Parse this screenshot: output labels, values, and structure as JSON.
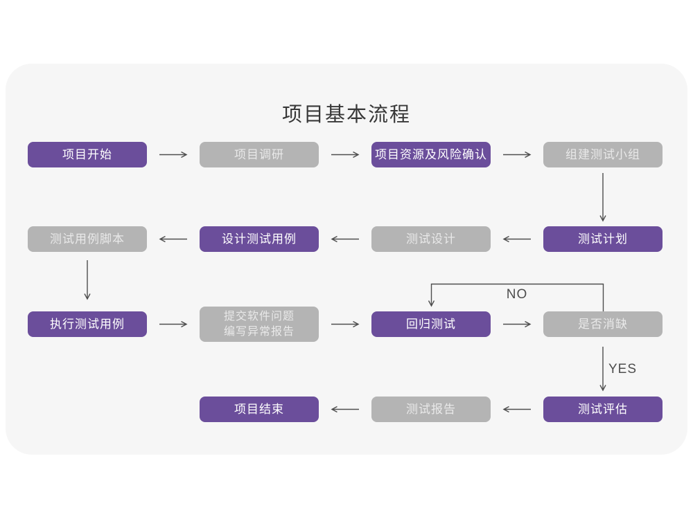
{
  "title": "项目基本流程",
  "labels": {
    "no": "NO",
    "yes": "YES"
  },
  "colors": {
    "purple": "#6B4E9B",
    "purple_text": "#FFFFFF",
    "gray": "#B4B4B4",
    "gray_text": "#E9E9E9",
    "card_bg": "#F6F6F6",
    "arrow": "#4D4D4D",
    "title_text": "#383838"
  },
  "nodes": [
    {
      "id": "project-start",
      "label": "项目开始",
      "variant": "purple"
    },
    {
      "id": "project-research",
      "label": "项目调研",
      "variant": "gray"
    },
    {
      "id": "resources-risk-confirm",
      "label": "项目资源及风险确认",
      "variant": "purple"
    },
    {
      "id": "form-test-team",
      "label": "组建测试小组",
      "variant": "gray"
    },
    {
      "id": "test-case-script",
      "label": "测试用例脚本",
      "variant": "gray"
    },
    {
      "id": "design-test-case",
      "label": "设计测试用例",
      "variant": "purple"
    },
    {
      "id": "test-design",
      "label": "测试设计",
      "variant": "gray"
    },
    {
      "id": "test-plan",
      "label": "测试计划",
      "variant": "purple"
    },
    {
      "id": "execute-test-case",
      "label": "执行测试用例",
      "variant": "purple"
    },
    {
      "id": "submit-issues-report",
      "label": "提交软件问题\n编写异常报告",
      "variant": "gray"
    },
    {
      "id": "regression-test",
      "label": "回归测试",
      "variant": "purple"
    },
    {
      "id": "defect-resolved",
      "label": "是否消缺",
      "variant": "gray"
    },
    {
      "id": "test-evaluation",
      "label": "测试评估",
      "variant": "purple"
    },
    {
      "id": "test-report",
      "label": "测试报告",
      "variant": "gray"
    },
    {
      "id": "project-end",
      "label": "项目结束",
      "variant": "purple"
    }
  ]
}
